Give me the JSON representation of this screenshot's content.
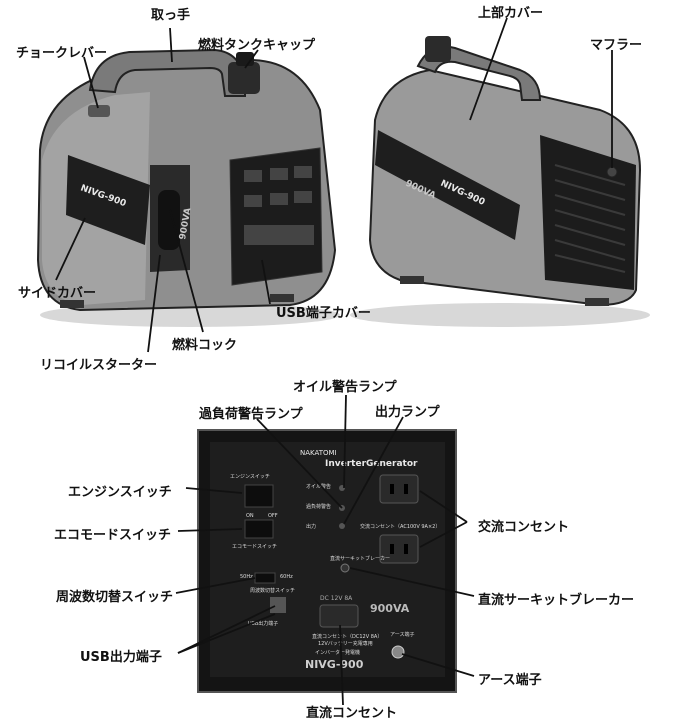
{
  "labels": {
    "handle": "取っ手",
    "choke": "チョークレバー",
    "fuel_cap": "燃料タンクキャップ",
    "top_cover": "上部カバー",
    "muffler": "マフラー",
    "side_cover": "サイドカバー",
    "usb_cover": "USB端子カバー",
    "fuel_cock": "燃料コック",
    "recoil": "リコイルスターター",
    "oil_lamp": "オイル警告ランプ",
    "overload_lamp": "過負荷警告ランプ",
    "output_lamp": "出力ランプ",
    "engine_switch": "エンジンスイッチ",
    "ac_outlet": "交流コンセント",
    "eco_switch": "エコモードスイッチ",
    "freq_switch": "周波数切替スイッチ",
    "dc_breaker": "直流サーキットブレーカー",
    "usb_output": "USB出力端子",
    "ground": "アース端子",
    "dc_outlet": "直流コンセント"
  },
  "product": {
    "model": "NIVG-900",
    "capacity": "900VA",
    "type_jp": "インバーター発電機",
    "type_en": "InverterGenerator",
    "brand": "NAKATOMI"
  },
  "panel": {
    "engine_switch": "エンジンスイッチ",
    "on": "ON",
    "off": "OFF",
    "oil": "オイル警告",
    "overload": "過負荷警告",
    "output": "出力",
    "ac_outlet": "交流コンセント（AC100V 9A×2）",
    "eco_switch": "エコモードスイッチ",
    "dc_breaker": "直流サーキットブレーカー",
    "hz50": "50Hz",
    "hz60": "60Hz",
    "freq_switch": "周波数切替スイッチ",
    "usb_output": "USB出力端子",
    "dc_spec": "DC 12V 8A",
    "dc_outlet": "直流コンセント（DC12V 8A）",
    "dc_note": "12Vバッテリー充電専用",
    "ground": "アース端子"
  }
}
